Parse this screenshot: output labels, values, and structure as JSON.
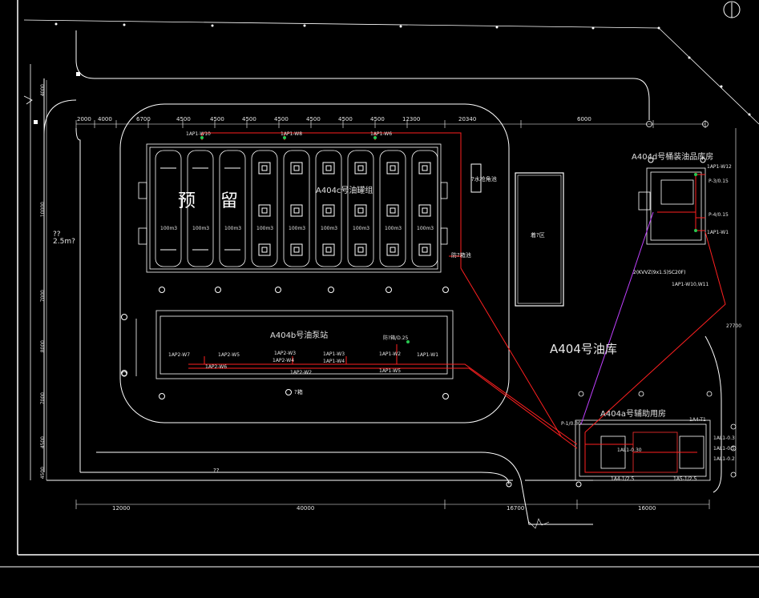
{
  "colors": {
    "background": "#000000",
    "linework": "#ffffff",
    "cable": "#ff2020",
    "cable_alt": "#c040ff",
    "accent": "#28c850"
  },
  "drawing": {
    "site_name": "A404号油库",
    "tank_group": "A404c号油罐组",
    "reserved": "预 留",
    "tank_capacity": "100m3",
    "pump_station": "A404b号油泵站",
    "barrel_storage": "A404d号桶装油品库房",
    "aux_building": "A404a号辅助用房",
    "fire_pool": "?水枪角池",
    "fire_box": "防?箱池",
    "parking": "着?区",
    "road_width": "??\n2.5m?",
    "road_label": "??",
    "pump_note": "?箱",
    "cable_spec": "2(KVVZ(9x1.5)SC20F)",
    "cable_label_1": "1AP1-W10,W11",
    "dims_top": [
      "2000",
      "4000",
      "6700",
      "4500",
      "4500",
      "4500",
      "4500",
      "4500",
      "4500",
      "4500",
      "12300",
      "20340",
      "6000"
    ],
    "dims_bottom": [
      "12000",
      "40000",
      "16700",
      "16000"
    ],
    "dims_left": [
      "4000",
      "10000",
      "7000",
      "8000",
      "7000",
      "4500",
      "4500"
    ],
    "dim_right": "27700",
    "tank_top_labels": [
      "1AP1-W10",
      "1AP1-W8",
      "1AP1-W6"
    ],
    "pump_labels": [
      "1AP2-W7",
      "1AP2-W5",
      "1AP2-W6",
      "1AP2-W3",
      "1AP2-W4",
      "1AP2-W2",
      "1AP1-W3",
      "1AP1-W4",
      "1AP1-W2",
      "1AP1-W1",
      "1AP1-W5"
    ],
    "barrel_labels": [
      "1AP1-W12",
      "P-3/0.15",
      "P-4/0.15",
      "1AP1-W1"
    ],
    "aux_labels": [
      "P-1/0.30",
      "1A4-T1",
      "1AL1-0.3",
      "1AL1-0.5",
      "1AL1-0.2",
      "1AL1-0.30",
      "1A4-1/2.5",
      "1A5-1/2.5"
    ],
    "pump_box": "防?箱/D.25"
  }
}
